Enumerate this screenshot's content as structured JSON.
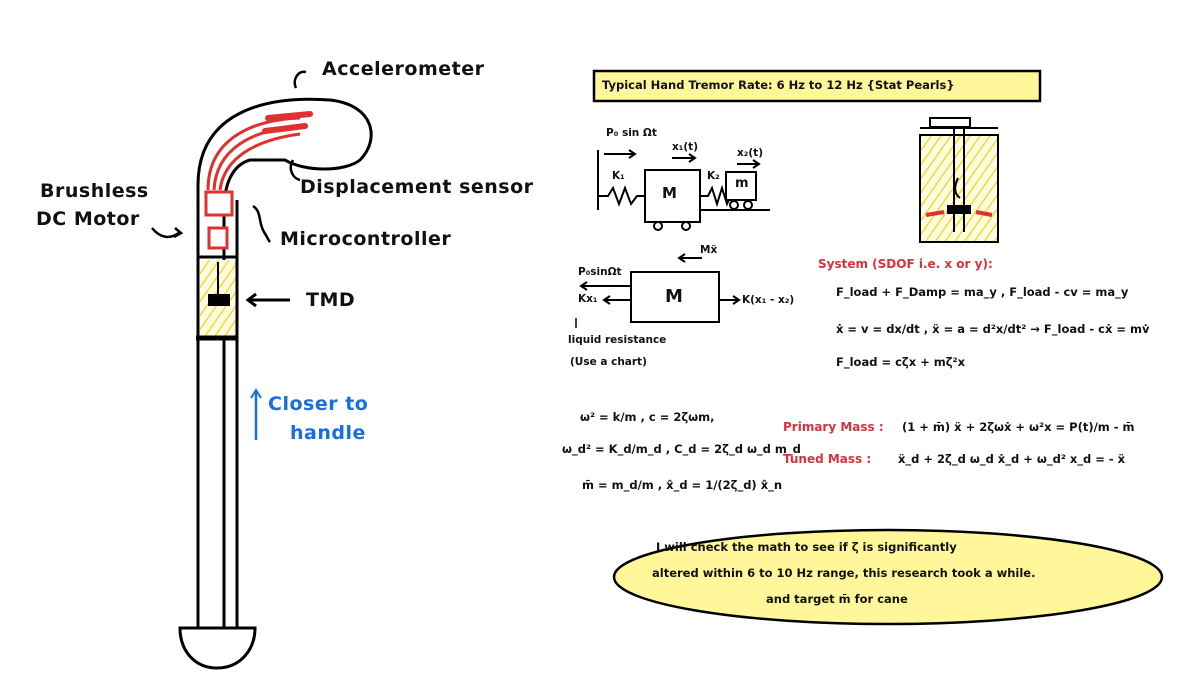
{
  "colors": {
    "red": "#e0302f",
    "blue": "#1a6fe0",
    "yellow": "#fff799",
    "hatch": "#f0e24a"
  },
  "device": {
    "accelerometer": "Accelerometer",
    "displacement_sensor": "Displacement sensor",
    "brushless_line1": "Brushless",
    "brushless_line2": "DC Motor",
    "microcontroller": "Microcontroller",
    "tmd": "TMD",
    "closer_line1": "Closer to",
    "closer_line2": "handle"
  },
  "banner": "Typical Hand Tremor Rate: 6 Hz to 12 Hz  {Stat Pearls}",
  "two_mass": {
    "force": "P₀ sin Ωt",
    "x1": "x₁(t)",
    "x2": "x₂(t)",
    "k1": "K₁",
    "k2": "K₂",
    "m1": "M",
    "m2": "m"
  },
  "fbd": {
    "force": "P₀sinΩt",
    "inertia": "Mẍ",
    "spring1": "Kx₁",
    "spring2": "K(x₁ - x₂)",
    "mass": "M",
    "note_line1": "liquid resistance",
    "note_line2": "(Use a chart)"
  },
  "system": {
    "title": "System (SDOF i.e. x or y):",
    "eq1": "F_load + F_Damp = ma_y ,  F_load - cv = ma_y",
    "eq2": "ẋ = v = dx/dt ,  ẍ = a = d²x/dt²  →  F_load - cẋ = mv̇",
    "eq3": "F_load = cζx + mζ²x"
  },
  "params": {
    "line1": "ω² = k/m ,  c = 2ζωm,",
    "line2": "ω_d² = K_d/m_d ,  C_d = 2ζ_d ω_d m_d",
    "line3": "m̄ = m_d/m ,  x̂_d = 1/(2ζ_d) x̂_n"
  },
  "primary": {
    "label": "Primary Mass :",
    "eq": "(1 + m̄) ẍ + 2ζωẋ + ω²x = P(t)/m - m̄"
  },
  "tuned": {
    "label": "Tuned Mass :",
    "eq": "ẍ_d + 2ζ_d ω_d ẋ_d + ω_d² x_d = - ẍ"
  },
  "note": {
    "line1": "I will check the math to see if ζ is significantly",
    "line2": "altered within 6 to 10 Hz range, this research took a while.",
    "line3": "and target m̄ for cane"
  }
}
